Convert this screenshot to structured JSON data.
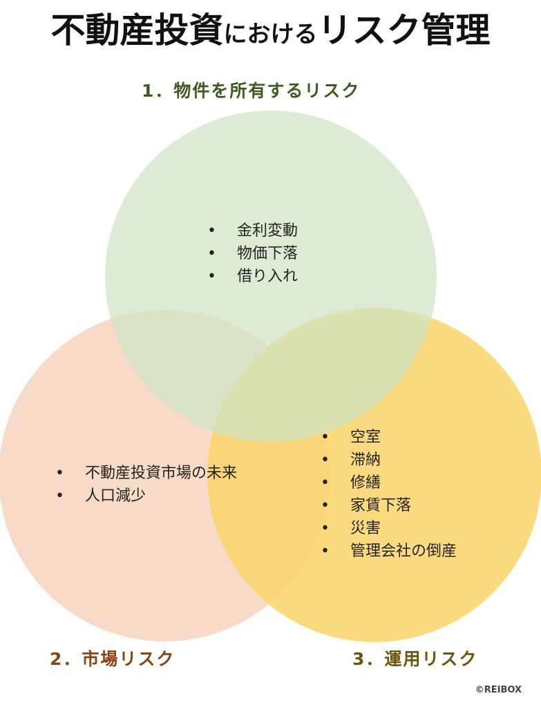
{
  "title": {
    "part1": "不動産投資",
    "part2": "における",
    "part3": "リスク管理"
  },
  "sets": [
    {
      "label": "1．物件を所有するリスク",
      "color": "#cfe4c3",
      "label_color": "#3d5a1f",
      "items": [
        "金利変動",
        "物価下落",
        "借り入れ"
      ]
    },
    {
      "label": "2．市場リスク",
      "color": "#f6d6c2",
      "label_color": "#8a4313",
      "items": [
        "不動産投資市場の未来",
        "人口減少"
      ]
    },
    {
      "label": "3．運用リスク",
      "color": "#fcd56a",
      "label_color": "#6b5410",
      "items": [
        "空室",
        "滞納",
        "修繕",
        "家賃下落",
        "災害",
        "管理会社の倒産"
      ]
    }
  ],
  "bullet": "•",
  "copyright": "©REIBOX"
}
